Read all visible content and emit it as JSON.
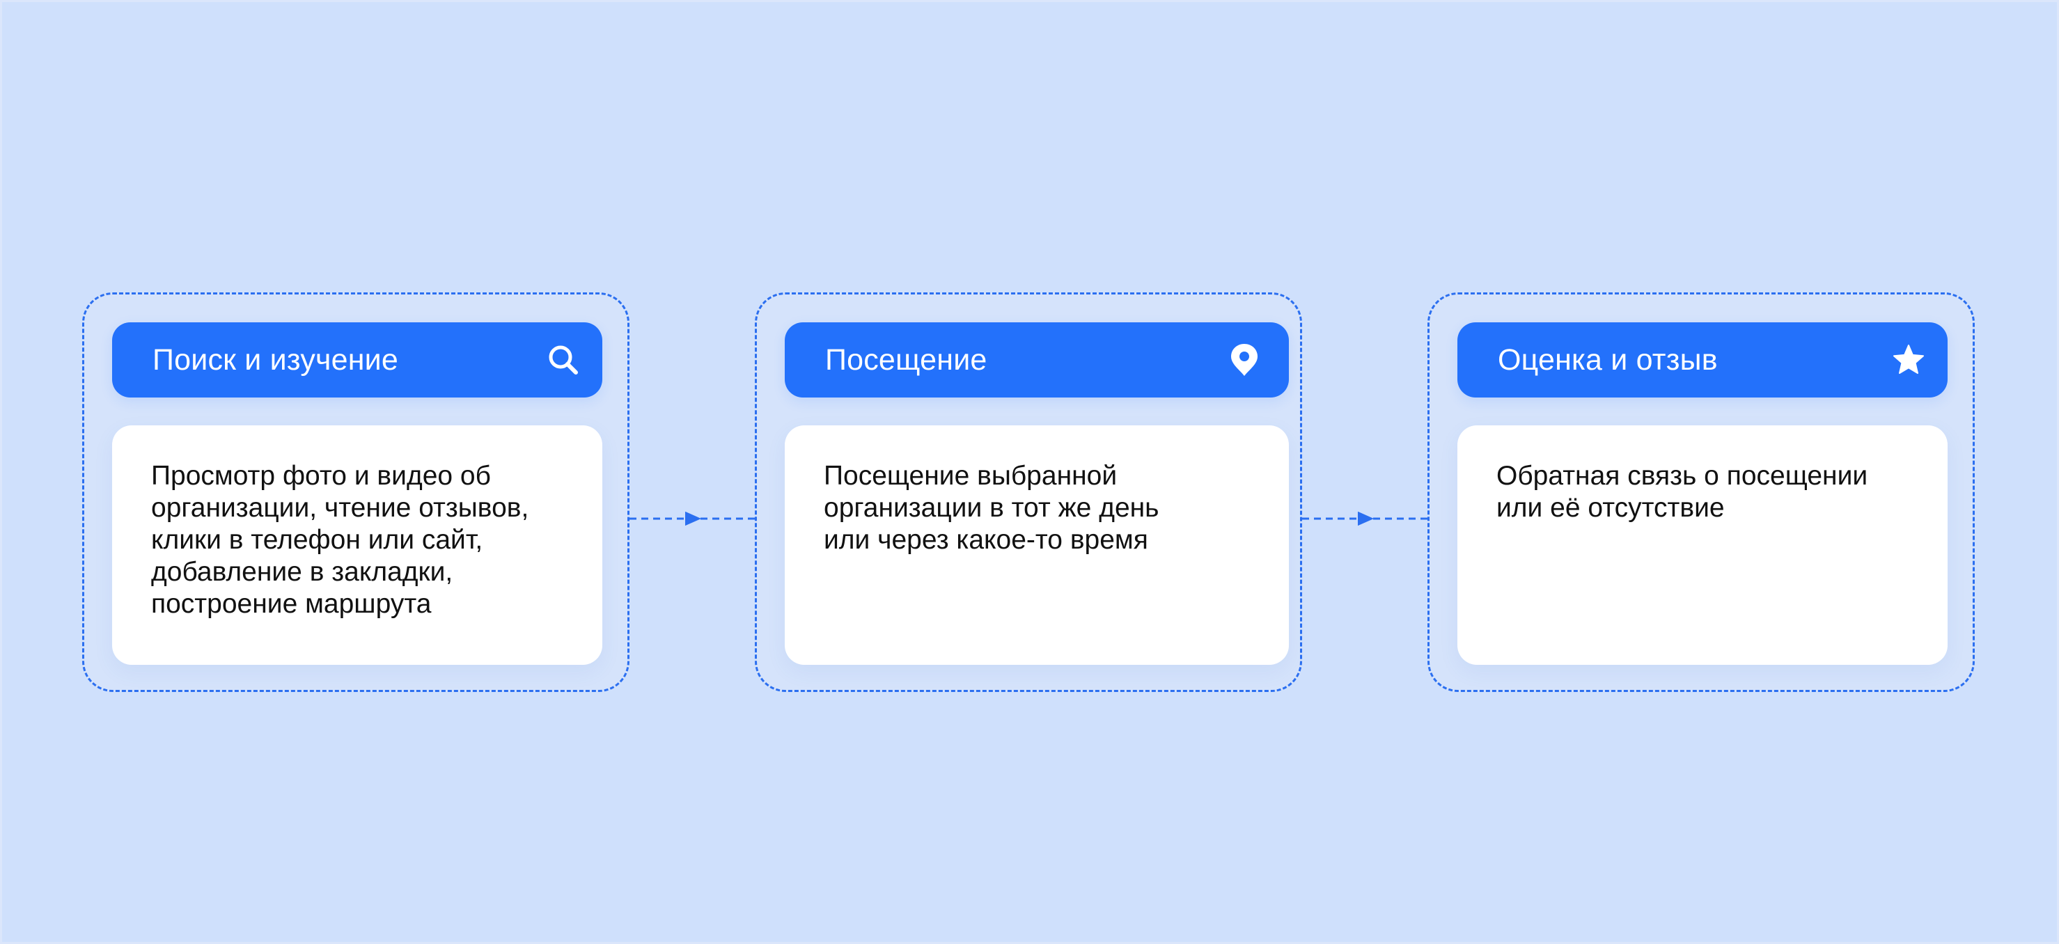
{
  "colors": {
    "background": "#cfe0fc",
    "accent": "#2371fb",
    "dashed_border": "#2b6ff0",
    "card": "#ffffff",
    "text": "#111111"
  },
  "steps": [
    {
      "title": "Поиск и изучение",
      "icon": "search-icon",
      "description": "Просмотр фото и видео об\nорганизации, чтение отзывов,\nклики в телефон или сайт,\nдобавление в закладки,\nпостроение маршрута"
    },
    {
      "title": "Посещение",
      "icon": "location-pin-icon",
      "description": "Посещение выбранной\nорганизации в тот же день\nили через какое-то время"
    },
    {
      "title": "Оценка и отзыв",
      "icon": "star-icon",
      "description": "Обратная связь о посещении\nили её отсутствие"
    }
  ]
}
